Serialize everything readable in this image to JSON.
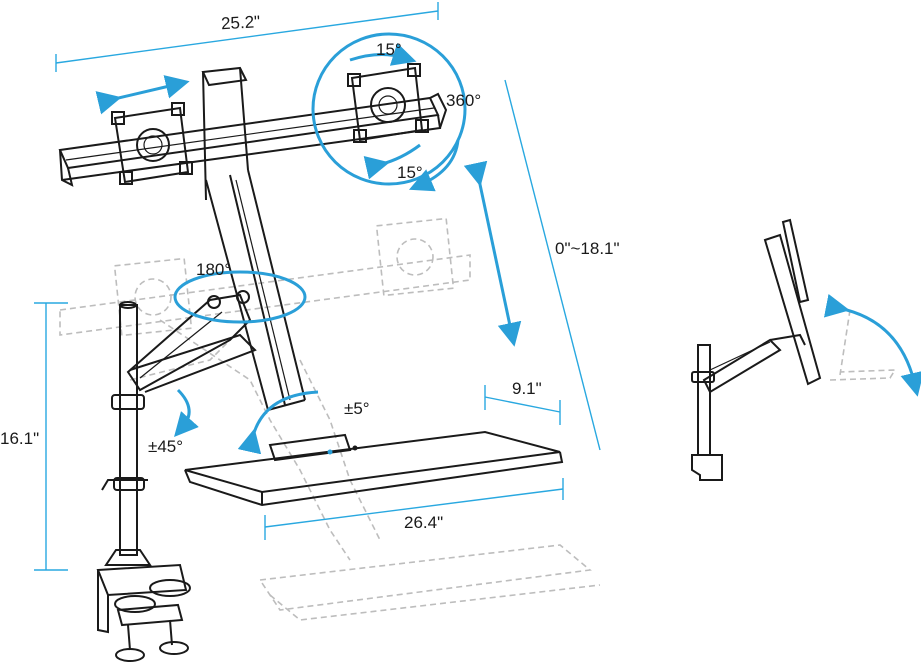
{
  "diagram": {
    "accent_color": "#2a9fd8",
    "line_color": "#1a1a1a",
    "dimensions": {
      "width_top": "25.2\"",
      "height_range": "0\"~18.1\"",
      "pole_height": "16.1\"",
      "keyboard_depth": "9.1\"",
      "keyboard_width": "26.4\""
    },
    "angles": {
      "tilt_up": "15°",
      "tilt_down": "15°",
      "rotation": "360°",
      "swivel": "180°",
      "arm_tilt": "±45°",
      "tray_tilt": "±5°"
    }
  }
}
